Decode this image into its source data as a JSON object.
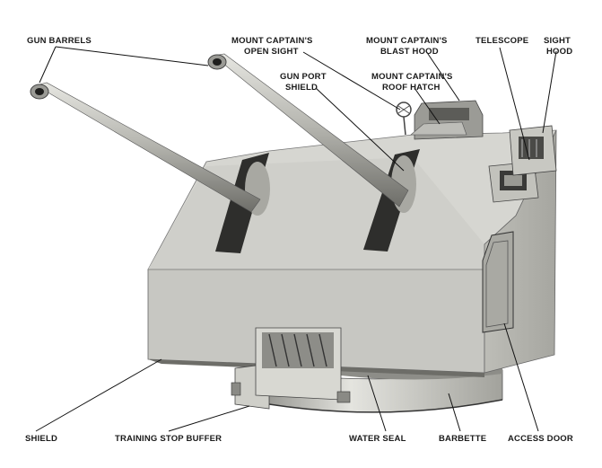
{
  "labels": {
    "gun_barrels": "GUN BARRELS",
    "open_sight_1": "MOUNT CAPTAIN'S",
    "open_sight_2": "OPEN SIGHT",
    "gun_port_1": "GUN PORT",
    "gun_port_2": "SHIELD",
    "blast_hood_1": "MOUNT CAPTAIN'S",
    "blast_hood_2": "BLAST HOOD",
    "roof_hatch_1": "MOUNT CAPTAIN'S",
    "roof_hatch_2": "ROOF HATCH",
    "telescope": "TELESCOPE",
    "sight_hood_1": "SIGHT",
    "sight_hood_2": "HOOD",
    "shield": "SHIELD",
    "training_stop": "TRAINING STOP BUFFER",
    "water_seal": "WATER SEAL",
    "barbette": "BARBETTE",
    "access_door": "ACCESS DOOR"
  },
  "colors": {
    "background": "#ffffff",
    "shield_front": "#c9c9c4",
    "shield_top": "#dcdcd7",
    "shield_side": "#b4b4ae",
    "barrel": "#a9a9a4",
    "barbette": "#d2d2cc",
    "shadow": "#3a3a38",
    "ink": "#111111"
  }
}
